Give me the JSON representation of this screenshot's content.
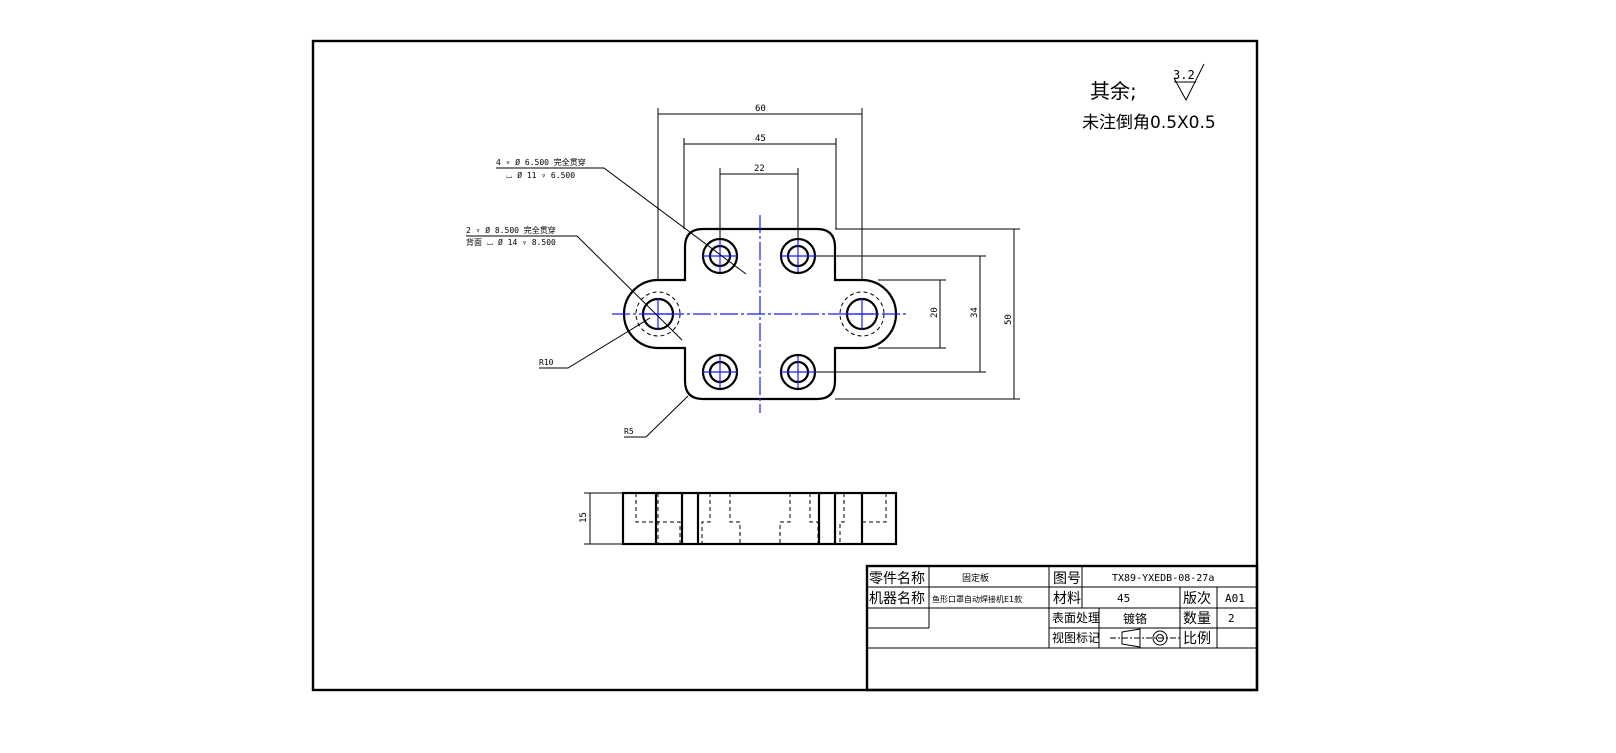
{
  "notes": {
    "remaining_label": "其余;",
    "roughness_value": "3.2",
    "chamfer_note": "未注倒角0.5X0.5"
  },
  "dimensions": {
    "d60": "60",
    "d45": "45",
    "d22": "22",
    "d20": "20",
    "d34": "34",
    "d50": "50",
    "d15": "15",
    "r10": "R10",
    "r5": "R5"
  },
  "callouts": {
    "hole_small_line1": "4 ▿ Ø 6.500 完全贯穿",
    "hole_small_line2": "⌴ Ø 11 ▿ 6.500",
    "hole_large_line1": "2 ▿ Ø 8.500 完全贯穿",
    "hole_large_line2": "背面 ⌴ Ø 14 ▿ 8.500"
  },
  "title_block": {
    "part_name_label": "零件名称",
    "part_name_value": "固定板",
    "drawing_no_label": "图号",
    "drawing_no_value": "TX89-YXEDB-08-27a",
    "machine_name_label": "机器名称",
    "machine_name_value": "鱼形口罩自动焊接机E1款",
    "material_label": "材料",
    "material_value": "45",
    "revision_label": "版次",
    "revision_value": "A01",
    "surface_label": "表面处理",
    "surface_value": "镀铬",
    "quantity_label": "数量",
    "quantity_value": "2",
    "view_mark_label": "视图标记",
    "scale_label": "比例",
    "scale_value": ""
  },
  "colors": {
    "line": "#000000",
    "centerline": "#1a1aff",
    "background": "#ffffff"
  }
}
